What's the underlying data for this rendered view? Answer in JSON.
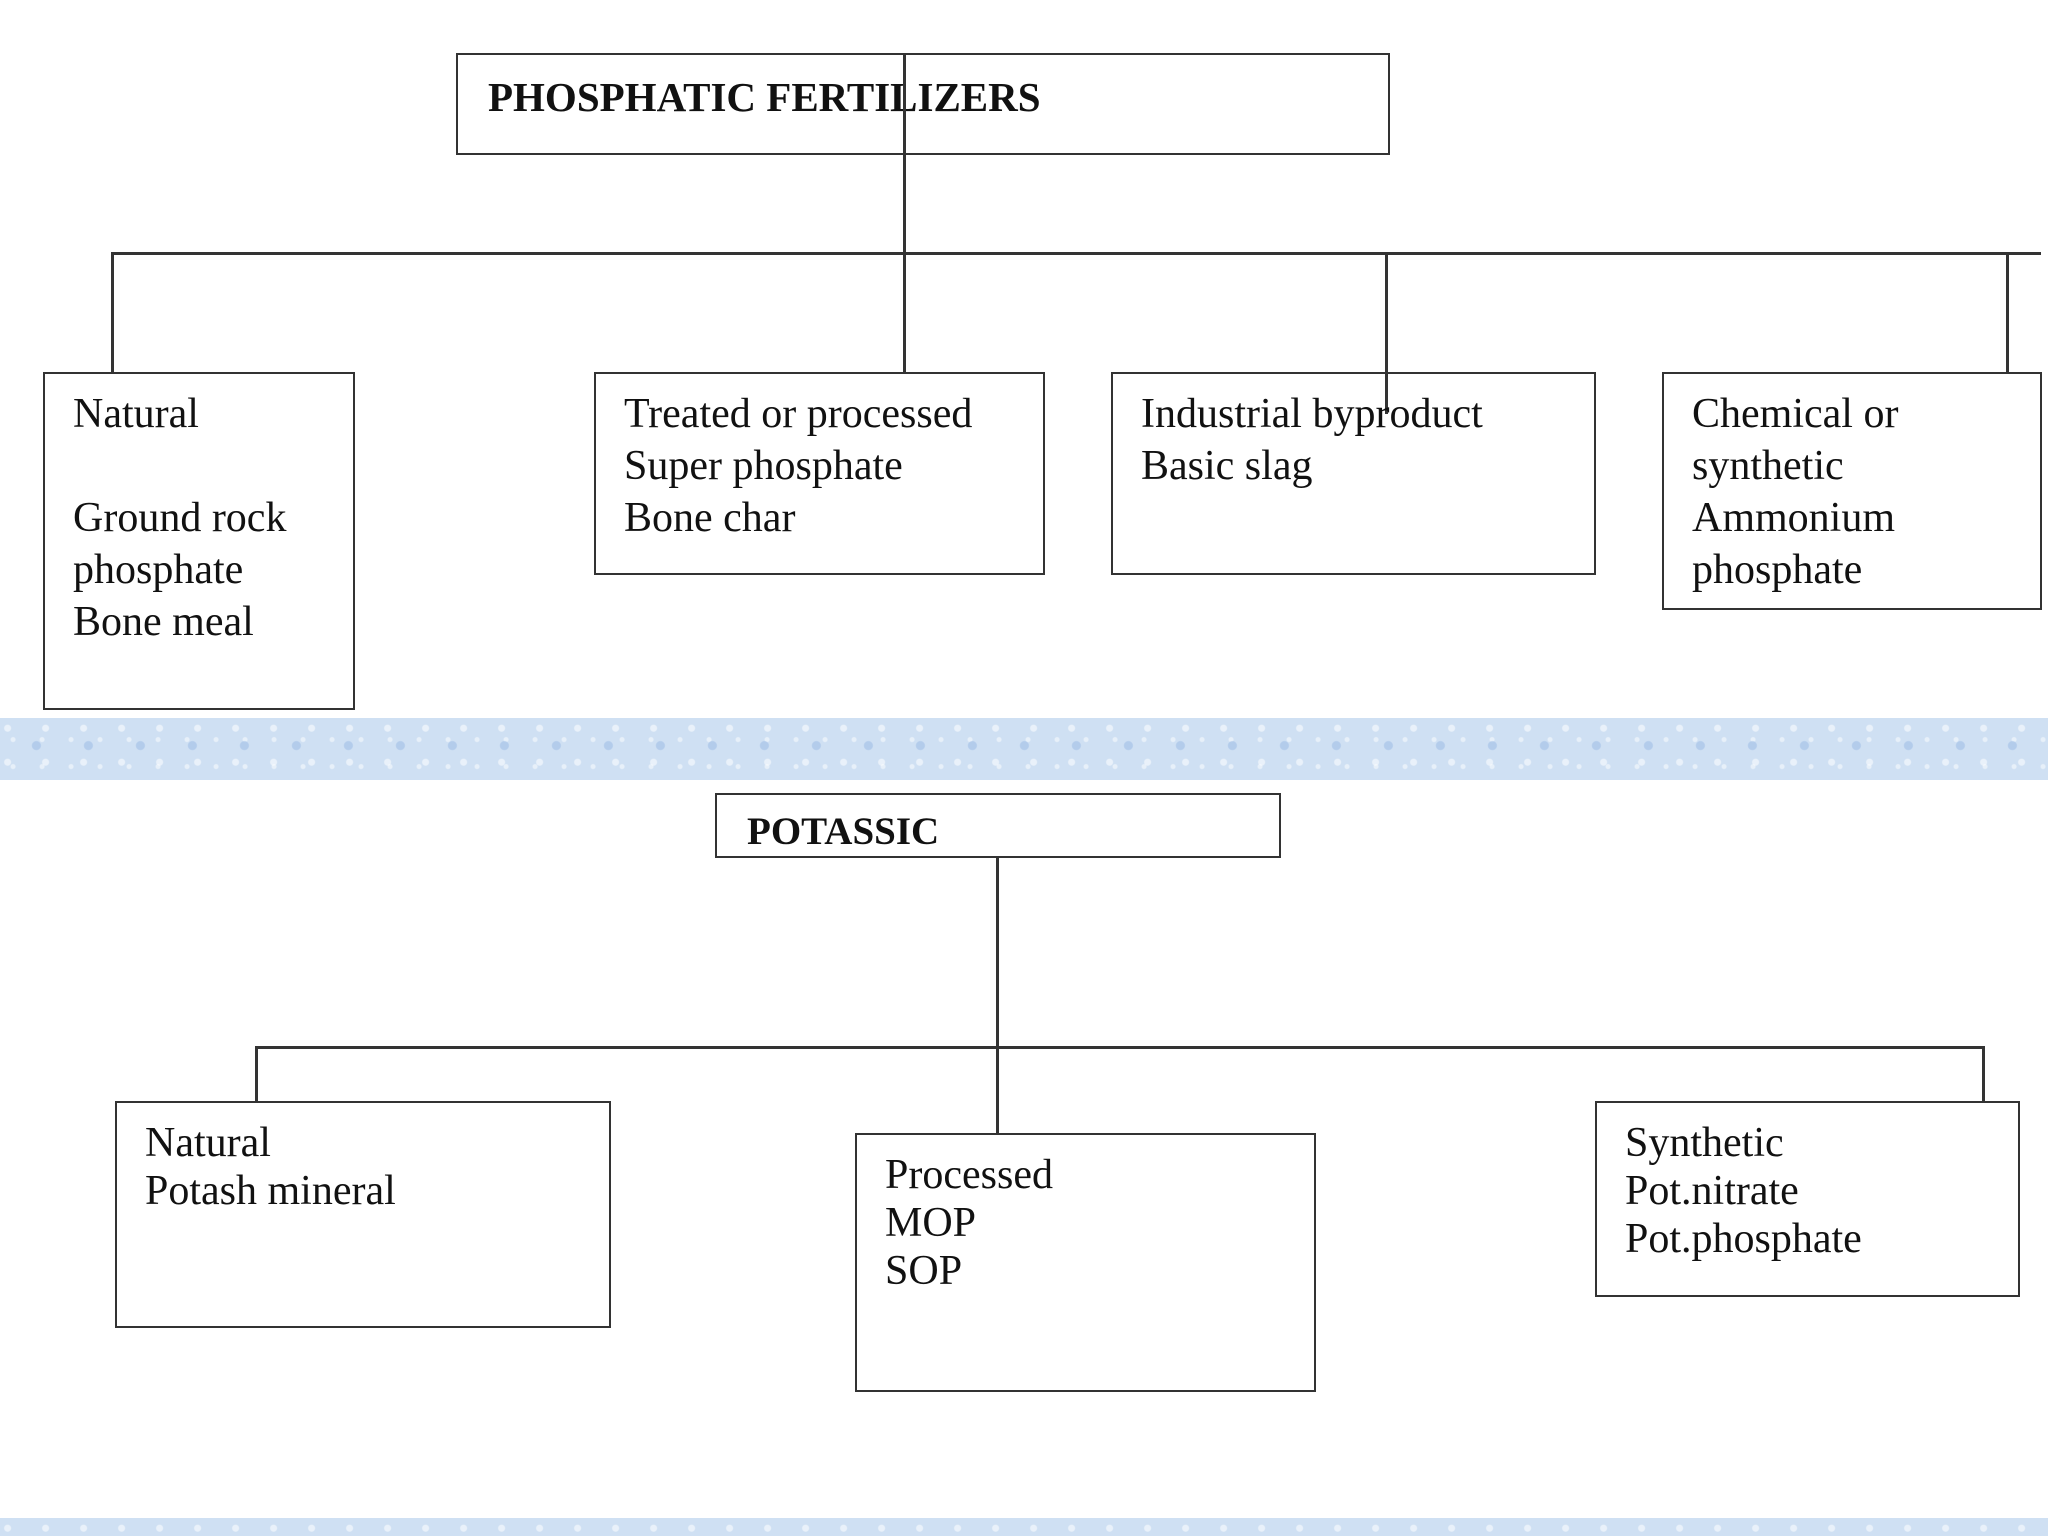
{
  "phosphatic": {
    "title": "PHOSPHATIC FERTILIZERS",
    "categories": [
      {
        "lines": [
          "Natural",
          "",
          "Ground rock",
          "phosphate",
          "Bone meal"
        ]
      },
      {
        "lines": [
          "Treated or processed",
          "Super phosphate",
          "Bone char"
        ]
      },
      {
        "lines": [
          "Industrial byproduct",
          "Basic slag"
        ]
      },
      {
        "lines": [
          "Chemical or",
          "synthetic",
          "Ammonium",
          "phosphate"
        ]
      }
    ]
  },
  "potassic": {
    "title": "POTASSIC",
    "categories": [
      {
        "lines": [
          "Natural",
          "Potash mineral"
        ]
      },
      {
        "lines": [
          "Processed",
          "MOP",
          "SOP"
        ]
      },
      {
        "lines": [
          "Synthetic",
          "Pot.nitrate",
          "Pot.phosphate"
        ]
      }
    ]
  }
}
